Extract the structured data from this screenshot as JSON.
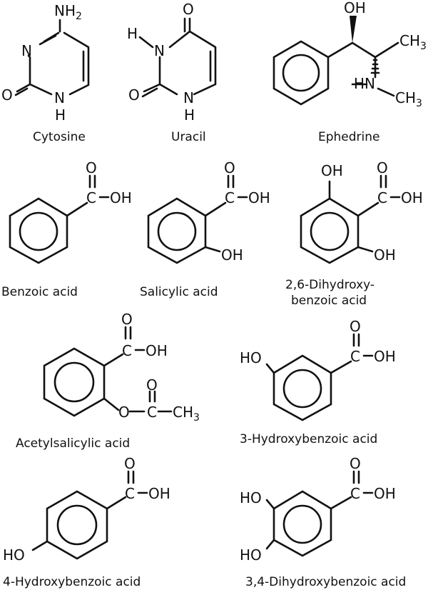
{
  "molecules": [
    {
      "name": "Cytosine",
      "atoms": {
        "nh2": "NH",
        "nh2_sub": "2",
        "n3": "N",
        "o2": "O",
        "n1": "N",
        "h1": "H"
      }
    },
    {
      "name": "Uracil",
      "atoms": {
        "h3": "H",
        "n3": "N",
        "o4": "O",
        "o2": "O",
        "n1": "N",
        "h1": "H"
      }
    },
    {
      "name": "Ephedrine",
      "atoms": {
        "oh": "OH",
        "ch3": "CH",
        "ch3_sub": "3",
        "hn": "HN",
        "nch3": "CH",
        "nch3_sub": "3"
      }
    },
    {
      "name": "Benzoic acid",
      "atoms": {
        "o": "O",
        "c": "C",
        "oh": "OH"
      }
    },
    {
      "name": "Salicylic acid",
      "atoms": {
        "o": "O",
        "c": "C",
        "oh": "OH",
        "ring_oh": "OH"
      }
    },
    {
      "name_line1": "2,6-Dihydroxy-",
      "name_line2": "benzoic acid",
      "atoms": {
        "top_oh": "OH",
        "o": "O",
        "c": "C",
        "oh": "OH",
        "ring_oh": "OH"
      }
    },
    {
      "name": "Acetylsalicylic acid",
      "atoms": {
        "o": "O",
        "c": "C",
        "oh": "OH",
        "ester_o": "O",
        "acyl_o": "O",
        "acyl_c": "C",
        "ch3": "CH",
        "ch3_sub": "3"
      }
    },
    {
      "name": "3-Hydroxybenzoic acid",
      "atoms": {
        "ho": "HO",
        "o": "O",
        "c": "C",
        "oh": "OH"
      }
    },
    {
      "name": "4-Hydroxybenzoic acid",
      "atoms": {
        "ho": "HO",
        "o": "O",
        "c": "C",
        "oh": "OH"
      }
    },
    {
      "name": "3,4-Dihydroxybenzoic acid",
      "atoms": {
        "ho_top": "HO",
        "ho_bottom": "HO",
        "o": "O",
        "c": "C",
        "oh": "OH"
      }
    }
  ]
}
